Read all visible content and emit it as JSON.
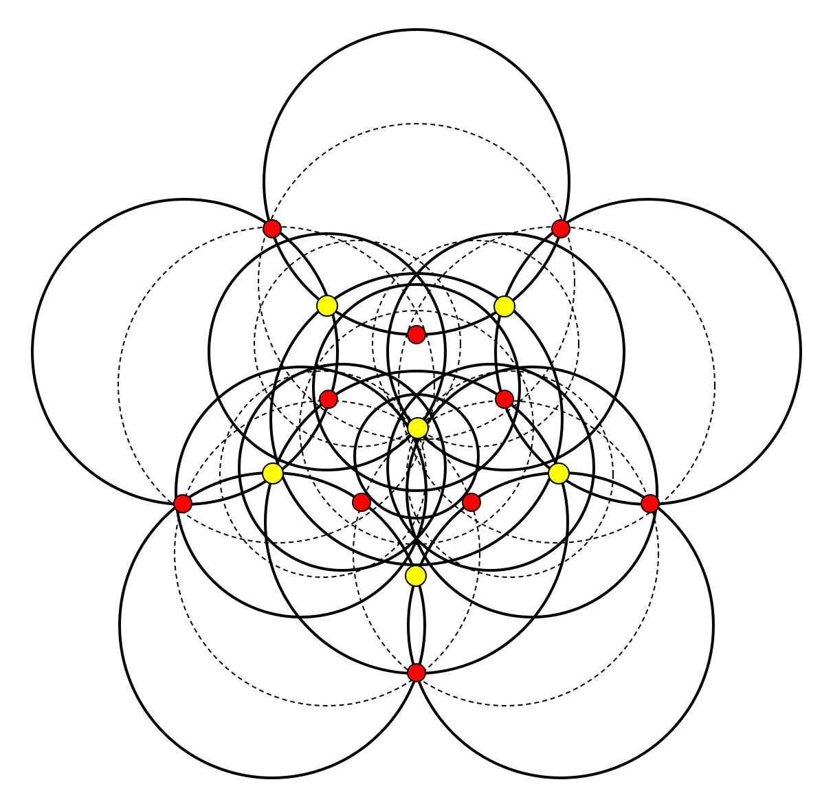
{
  "diagram": {
    "type": "circle-configuration",
    "background_color": "#ffffff",
    "stroke_color": "#000000",
    "point_colors": {
      "red": "#ff0000",
      "yellow": "#ffff00"
    },
    "counts": {
      "solid_circles": 15,
      "dashed_circles": 10,
      "red_points": 10,
      "yellow_points": 6
    }
  }
}
